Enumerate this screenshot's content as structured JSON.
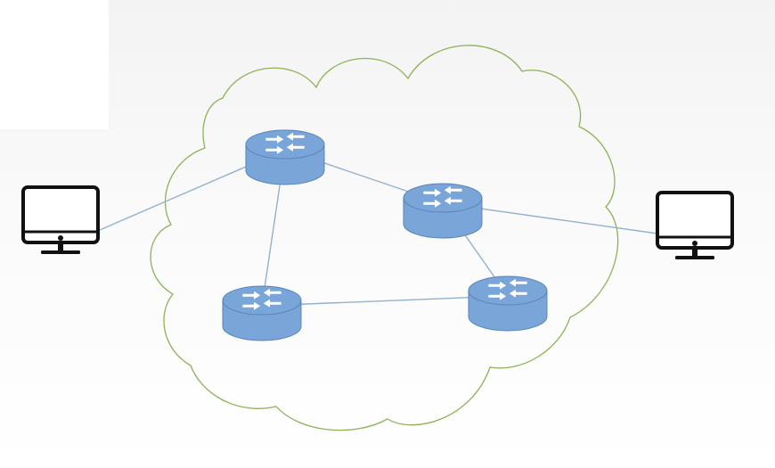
{
  "diagram": {
    "colors": {
      "cloud_outline": "#8cb257",
      "link": "#93b1cd",
      "router_fill": "#79a5d8",
      "router_edge": "#5a84b8",
      "router_arrows": "#ffffff",
      "computer": "#111111"
    },
    "nodes": [
      {
        "id": "computer-left",
        "kind": "computer",
        "icon": "monitor-icon"
      },
      {
        "id": "router-top",
        "kind": "router",
        "icon": "router-icon"
      },
      {
        "id": "router-middle",
        "kind": "router",
        "icon": "router-icon"
      },
      {
        "id": "router-bottom-left",
        "kind": "router",
        "icon": "router-icon"
      },
      {
        "id": "router-bottom-right",
        "kind": "router",
        "icon": "router-icon"
      },
      {
        "id": "computer-right",
        "kind": "computer",
        "icon": "monitor-icon"
      }
    ],
    "links": [
      {
        "from": "computer-left",
        "to": "router-top"
      },
      {
        "from": "router-top",
        "to": "router-middle"
      },
      {
        "from": "router-top",
        "to": "router-bottom-left"
      },
      {
        "from": "router-bottom-left",
        "to": "router-bottom-right"
      },
      {
        "from": "router-middle",
        "to": "router-bottom-right"
      },
      {
        "from": "router-middle",
        "to": "computer-right"
      }
    ]
  }
}
